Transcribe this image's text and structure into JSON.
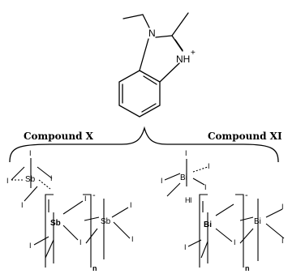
{
  "cation": {
    "n1": "N",
    "n3": "NH",
    "charge": "+"
  },
  "left": {
    "title": "Compound X",
    "metal": "Sb",
    "ligand": "I",
    "anion_charge": "-",
    "repeat": "n"
  },
  "right": {
    "title": "Compound XI",
    "metal": "Bi",
    "ligand": "I",
    "hydrogen": "H",
    "anion_charge": "-",
    "repeat": "n"
  }
}
